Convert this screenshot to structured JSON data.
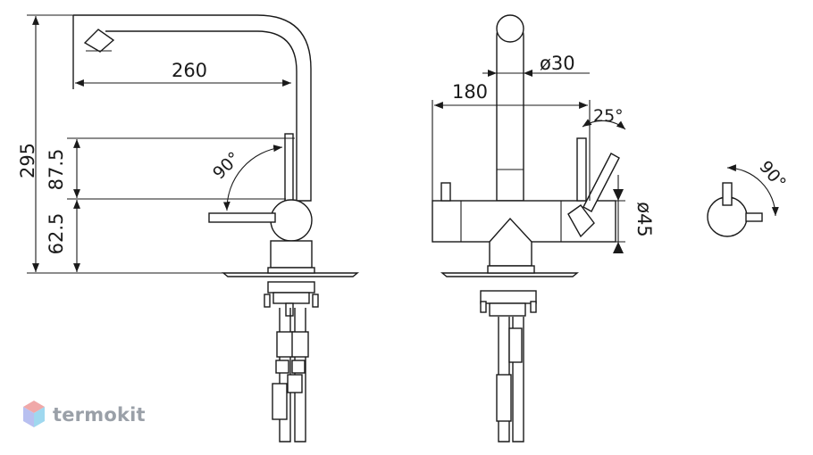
{
  "dimensions": {
    "height_total": "295",
    "reach": "260",
    "lever_height": "87.5",
    "base_height": "62.5",
    "lever_angle_side": "90°",
    "width_front": "180",
    "spout_diameter": "ø30",
    "body_diameter": "ø45",
    "lever_angle_front": "25°",
    "swivel_angle": "90°"
  },
  "brand": {
    "name": "termokit",
    "text_color": "#9aa0a8",
    "mark_colors": [
      "#f0a8a8",
      "#b8c0f0",
      "#9fd8ef"
    ]
  }
}
